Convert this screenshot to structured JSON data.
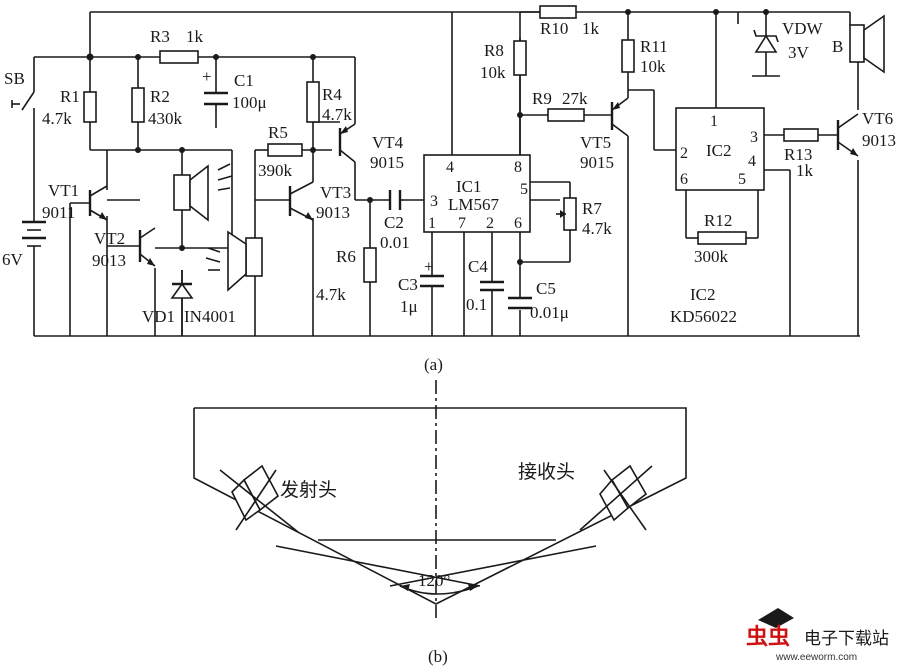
{
  "figure_a": {
    "caption": "(a)",
    "labels": {
      "sb": "SB",
      "r1": "R1",
      "r1v": "4.7k",
      "r2": "R2",
      "r2v": "430k",
      "r3": "R3",
      "r3v": "1k",
      "c1": "C1",
      "c1v": "100μ",
      "r4": "R4",
      "r4v": "4.7k",
      "r5": "R5",
      "r5v": "390k",
      "vt1": "VT1",
      "vt1v": "9011",
      "vt2": "VT2",
      "vt2v": "9013",
      "vt3": "VT3",
      "vt3v": "9013",
      "vt4": "VT4",
      "vt4v": "9015",
      "vt5": "VT5",
      "vt5v": "9015",
      "vt6": "VT6",
      "vt6v": "9013",
      "bat": "6V",
      "vd1": "VD1",
      "vd1v": "IN4001",
      "r6": "R6",
      "r6v": "4.7k",
      "c2": "C2",
      "c2v": "0.01",
      "ic1": "IC1",
      "ic1v": "LM567",
      "c3": "C3",
      "c3v": "1μ",
      "c4": "C4",
      "c4v": "0.1",
      "c5": "C5",
      "c5v": "0.01μ",
      "r7": "R7",
      "r7v": "4.7k",
      "r8": "R8",
      "r8v": "10k",
      "r9": "R9",
      "r9v": "27k",
      "r10": "R10",
      "r10v": "1k",
      "r11": "R11",
      "r11v": "10k",
      "r12": "R12",
      "r12v": "300k",
      "r13": "R13",
      "r13v": "1k",
      "ic2": "IC2",
      "ic2v": "KD56022",
      "vdw": "VDW",
      "vdwv": "3V",
      "spk": "B",
      "plus": "+",
      "ic1_pins": {
        "p4": "4",
        "p8": "8",
        "p5": "5",
        "p3": "3",
        "p1": "1",
        "p7": "7",
        "p2": "2",
        "p6": "6"
      },
      "ic2_pins": {
        "p1": "1",
        "p2": "2",
        "p3": "3",
        "p4": "4",
        "p5": "5",
        "p6": "6"
      }
    }
  },
  "figure_b": {
    "caption": "(b)",
    "emitter": "发射头",
    "receiver": "接收头",
    "angle": "120°"
  },
  "watermark": {
    "logo": "虫虫",
    "text": "电子下载站",
    "url": "www.eeworm.com"
  }
}
